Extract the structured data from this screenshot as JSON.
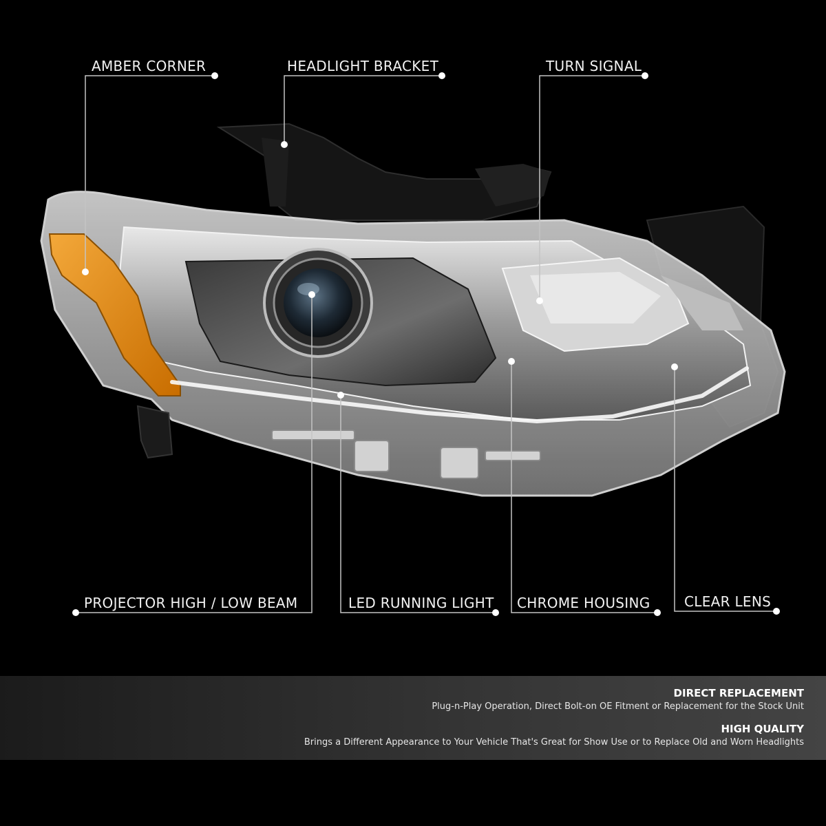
{
  "callouts": {
    "amber_corner": "AMBER CORNER",
    "headlight_bracket": "HEADLIGHT BRACKET",
    "turn_signal": "TURN SIGNAL",
    "projector_beam": "PROJECTOR HIGH / LOW BEAM",
    "led_running_light": "LED RUNNING LIGHT",
    "chrome_housing": "CHROME HOUSING",
    "clear_lens": "CLEAR LENS"
  },
  "features": [
    {
      "title": "DIRECT REPLACEMENT",
      "description": "Plug-n-Play Operation, Direct Bolt-on OE Fitment or Replacement for the Stock Unit"
    },
    {
      "title": "HIGH QUALITY",
      "description": "Brings a Different Appearance to Your Vehicle That's Great for Show Use or to Replace Old and Worn Headlights"
    }
  ],
  "colors": {
    "background": "#000000",
    "amber": "#e08a10",
    "chrome": "#c8c8c8",
    "callout_line": "#bfbfbf",
    "callout_dot": "#ffffff"
  }
}
